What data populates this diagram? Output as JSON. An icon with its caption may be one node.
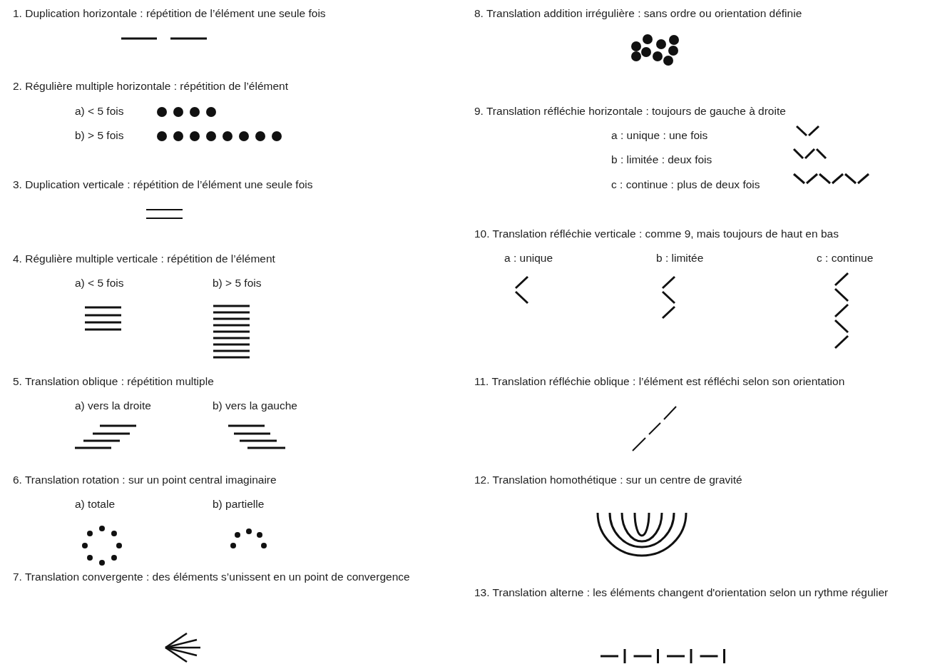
{
  "diagram": {
    "labels": [
      "1. Duplication horizontale : répétition de l’élément une seule fois",
      "2. Régulière multiple horizontale : répétition de l’élément",
      "a) < 5 fois",
      "b) > 5 fois",
      "3. Duplication verticale : répétition de l’élément une seule fois",
      "4. Régulière multiple verticale : répétition de l’élément",
      "a) < 5 fois",
      "b) > 5 fois",
      "5. Translation oblique : répétition multiple",
      "a) vers la droite",
      "b) vers la gauche",
      "6. Translation rotation : sur un point central imaginaire",
      "a) totale",
      "b) partielle",
      "7. Translation convergente : des éléments s’unissent en un point de convergence",
      "8. Translation addition irrégulière : sans ordre ou orientation définie",
      "9. Translation réfléchie horizontale : toujours de gauche à droite",
      "a : unique : une fois",
      "b : limitée : deux fois",
      "c : continue : plus de deux fois",
      "10. Translation réfléchie verticale : comme 9, mais toujours de haut en bas",
      "a : unique",
      "b : limitée",
      "c : continue",
      "11. Translation réfléchie oblique : l’élément est réfléchi selon son orientation",
      "12. Translation homothétique : sur un centre de gravité",
      "13. Translation alterne : les éléments changent d'orientation selon un rythme régulier"
    ]
  }
}
